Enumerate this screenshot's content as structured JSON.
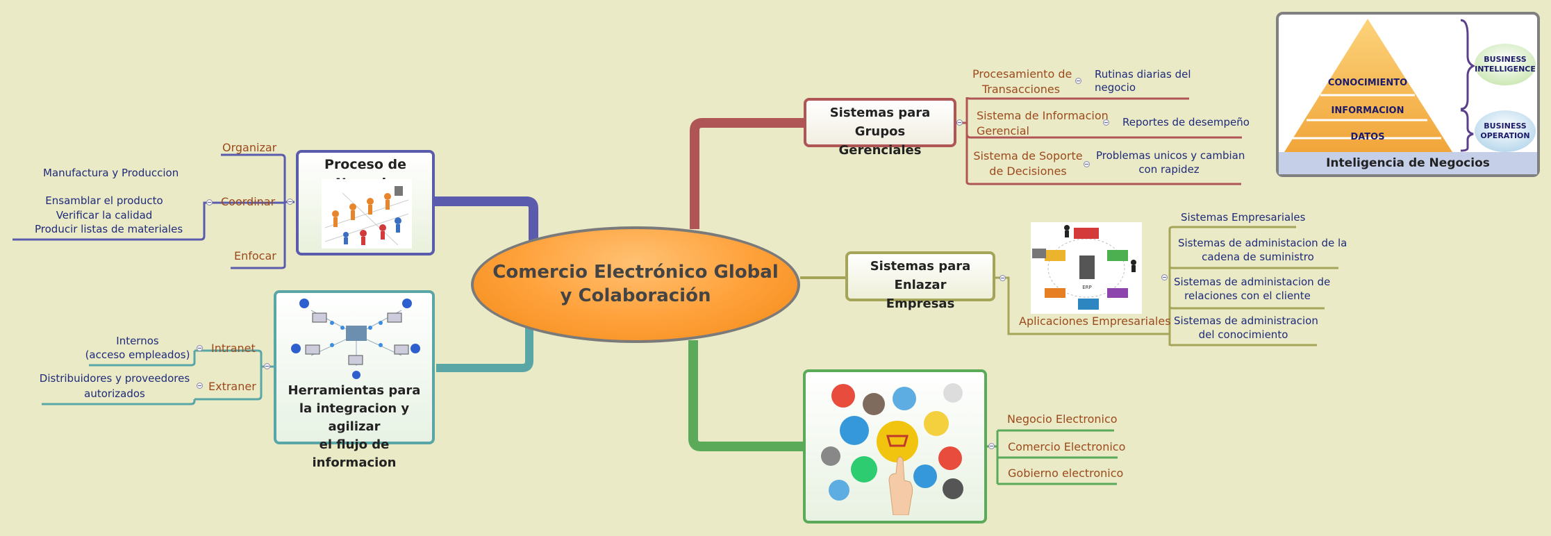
{
  "central": {
    "line1": "Comercio Electrónico Global",
    "line2": "y Colaboración"
  },
  "proceso": {
    "title": "Proceso de Negocio",
    "organizar": "Organizar",
    "coordinar": "Coordinar",
    "enfocar": "Enfocar",
    "manufactura": "Manufactura y Produccion",
    "coordinar_items": [
      "Ensamblar el producto",
      "Verificar la calidad",
      "Producir listas de materiales"
    ]
  },
  "herramientas": {
    "title": [
      "Herramientas para",
      "la integracion y agilizar",
      "el flujo de informacion"
    ],
    "intranet": "Intranet",
    "intranet_detail": [
      "Internos",
      "(acceso empleados)"
    ],
    "extranet": "Extraner",
    "extranet_detail": [
      "Distribuidores y proveedores",
      "autorizados"
    ]
  },
  "gerenciales": {
    "title": [
      "Sistemas para Grupos",
      "Gerenciales"
    ],
    "items": [
      {
        "label": [
          "Procesamiento de",
          "Transacciones"
        ],
        "detail": [
          "Rutinas diarias del",
          "negocio"
        ]
      },
      {
        "label": [
          "Sistema de Informacion",
          "Gerencial"
        ],
        "detail": [
          "Reportes de desempeño"
        ]
      },
      {
        "label": [
          "Sistema de Soporte",
          "de Decisiones"
        ],
        "detail": [
          "Problemas unicos y cambian",
          "con rapidez"
        ]
      }
    ]
  },
  "enlazar": {
    "title": [
      "Sistemas para Enlazar",
      "Empresas"
    ],
    "apps_label": "Aplicaciones Empresariales",
    "items": [
      [
        "Sistemas Empresariales"
      ],
      [
        "Sistemas de administacion de la",
        "cadena de suministro"
      ],
      [
        "Sistemas de administacion de",
        "relaciones con el cliente"
      ],
      [
        "Sistemas de administracion",
        "del conocimiento"
      ]
    ],
    "erp_label": "ERP"
  },
  "negocio": {
    "items": [
      "Negocio Electronico",
      "Comercio Electronico",
      "Gobierno electronico"
    ]
  },
  "bi": {
    "levels": [
      "CONOCIMIENTO",
      "INFORMACION",
      "DATOS"
    ],
    "tags": [
      [
        "BUSINESS",
        "INTELLIGENCE"
      ],
      [
        "BUSINESS",
        "OPERATION"
      ]
    ],
    "caption": "Inteligencia de Negocios"
  },
  "colors": {
    "purple": "#5b5bad",
    "teal": "#5aa6a6",
    "red": "#b05555",
    "olive": "#a5a55a",
    "green": "#5aaa5a",
    "orange": "#ff9a2e"
  }
}
